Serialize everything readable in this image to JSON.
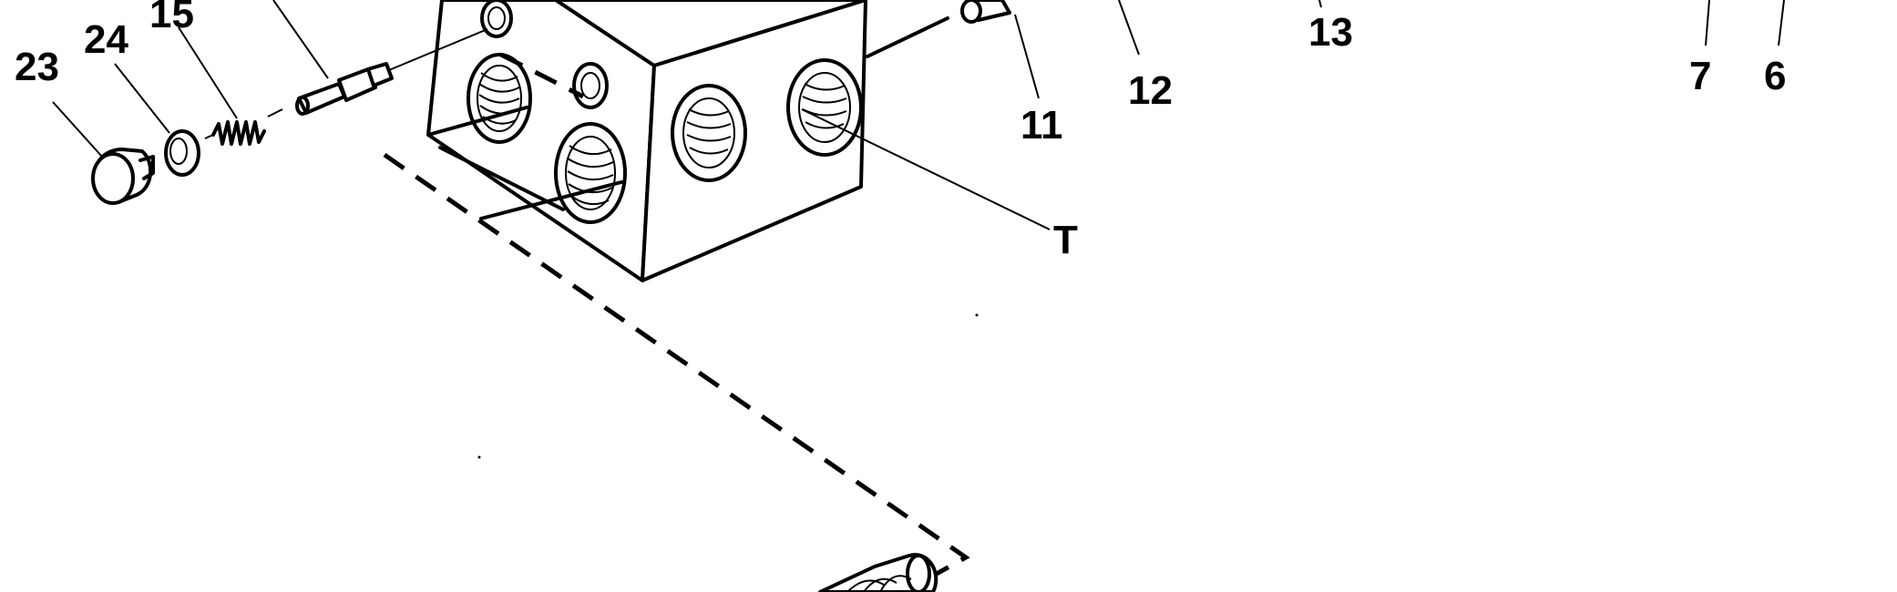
{
  "callouts": {
    "c23": "23",
    "c24": "24",
    "c15": "15",
    "c13": "13",
    "c12": "12",
    "c11": "11",
    "c7": "7",
    "c6": "6",
    "cT": "T"
  },
  "colors": {
    "line": "#000000",
    "background": "#ffffff"
  }
}
